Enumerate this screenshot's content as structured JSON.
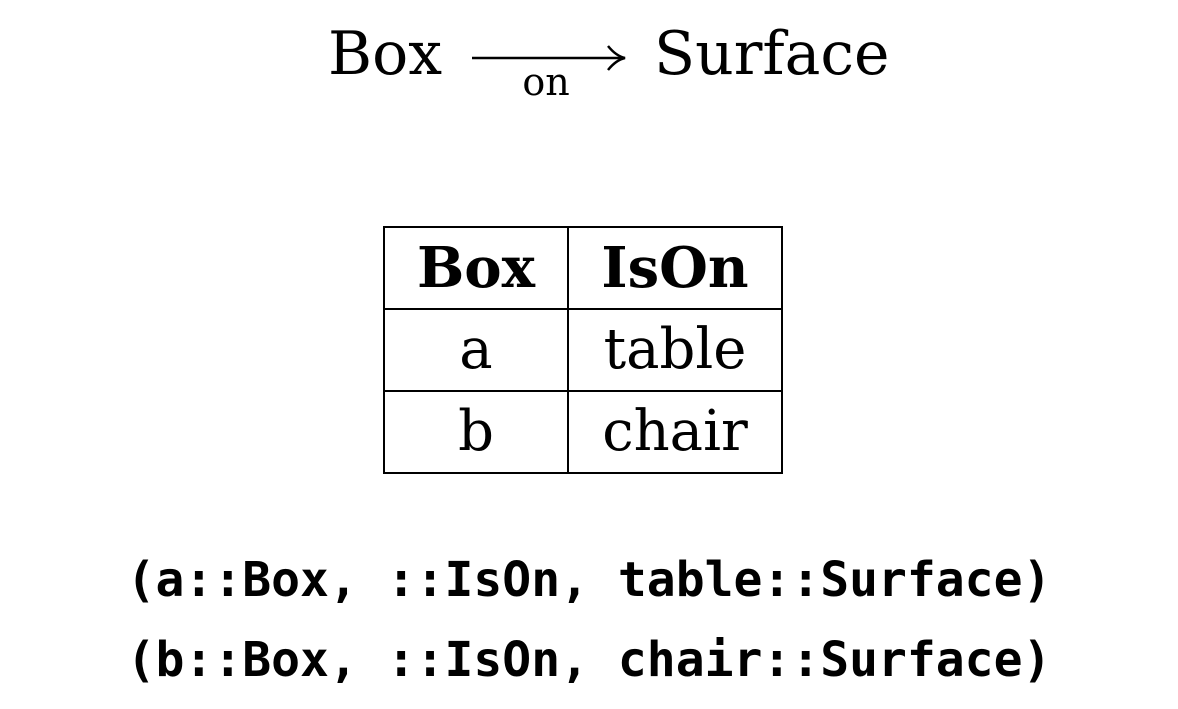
{
  "diagram": {
    "source": "Box",
    "target": "Surface",
    "edge_label": "on"
  },
  "table": {
    "headers": [
      "Box",
      "IsOn"
    ],
    "rows": [
      [
        "a",
        "table"
      ],
      [
        "b",
        "chair"
      ]
    ]
  },
  "tuples": [
    "(a::Box, ::IsOn, table::Surface)",
    "(b::Box, ::IsOn, chair::Surface)"
  ]
}
